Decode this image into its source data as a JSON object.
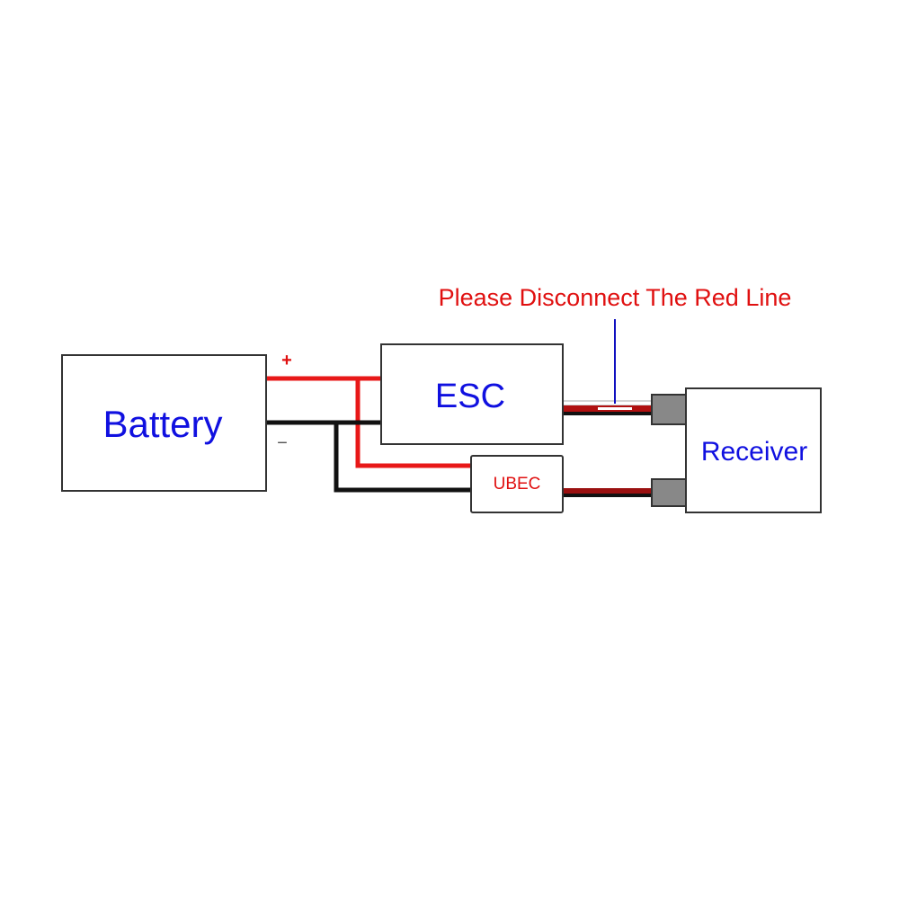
{
  "diagram": {
    "title_note": "Please Disconnect The Red Line",
    "components": {
      "battery": "Battery",
      "esc": "ESC",
      "ubec": "UBEC",
      "receiver": "Receiver"
    },
    "polarity": {
      "positive": "+",
      "negative": "−"
    },
    "colors": {
      "label_blue": "#1010e0",
      "label_red": "#e01010",
      "wire_red": "#e81818",
      "wire_dark_red": "#9a1010",
      "wire_black": "#111111",
      "connector_gray": "#888888"
    }
  }
}
